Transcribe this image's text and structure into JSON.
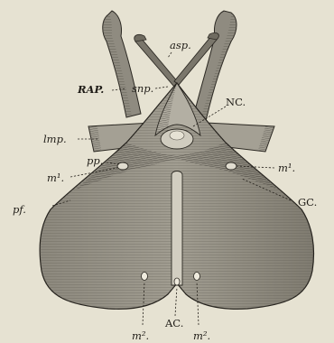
{
  "colors": {
    "paper": "#e6e2d2",
    "ink": "#1f1c17",
    "shading": "#6e6a60",
    "shading_dark": "#3a3731"
  },
  "labels": {
    "asp": "asp.",
    "rap": "RAP.",
    "snp": "snp.",
    "nc": "NC.",
    "lmp": "lmp.",
    "pp": "pp.",
    "m1_left": "m¹.",
    "m1_right": "m¹.",
    "gc": "GC.",
    "pf": "pf.",
    "m2_left": "m².",
    "ac": "AC.",
    "m2_right": "m²."
  }
}
